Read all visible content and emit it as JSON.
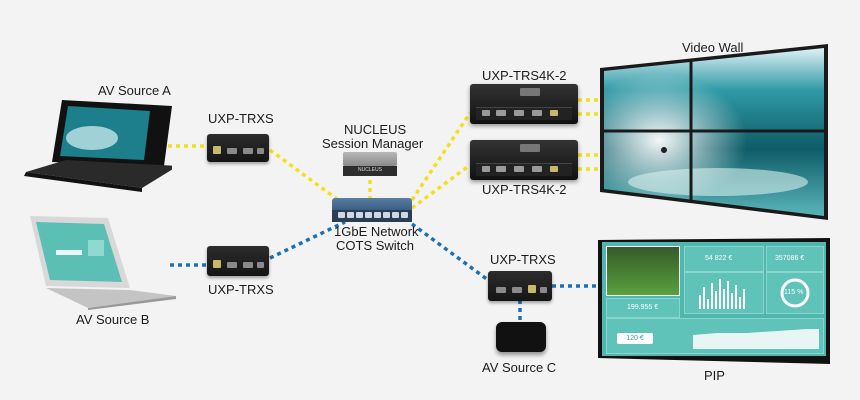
{
  "labels": {
    "video_wall": "Video Wall",
    "source_a": "AV Source A",
    "source_b": "AV Source B",
    "source_c": "AV Source C",
    "trxs_a": "UXP-TRXS",
    "trxs_b": "UXP-TRXS",
    "trxs_c": "UXP-TRXS",
    "trs4k_top": "UXP-TRS4K-2",
    "trs4k_bottom": "UXP-TRS4K-2",
    "nucleus_1": "NUCLEUS",
    "nucleus_2": "Session Manager",
    "switch_1": "1GbE Network",
    "switch_2": "COTS Switch",
    "pip": "PIP"
  },
  "pip_dashboard": {
    "stat1_value": "54 822 €",
    "stat2_value": "357086 €",
    "money_value": "199.955 €",
    "gauge_value": "115 %",
    "pill_value": "120 €"
  },
  "nucleus_brand": "NUCLEUS",
  "colors": {
    "link_yellow": "#f2e01b",
    "link_blue": "#1d6fb8",
    "background": "#f3f3f3",
    "dashboard_teal": "#4fb7ae"
  }
}
